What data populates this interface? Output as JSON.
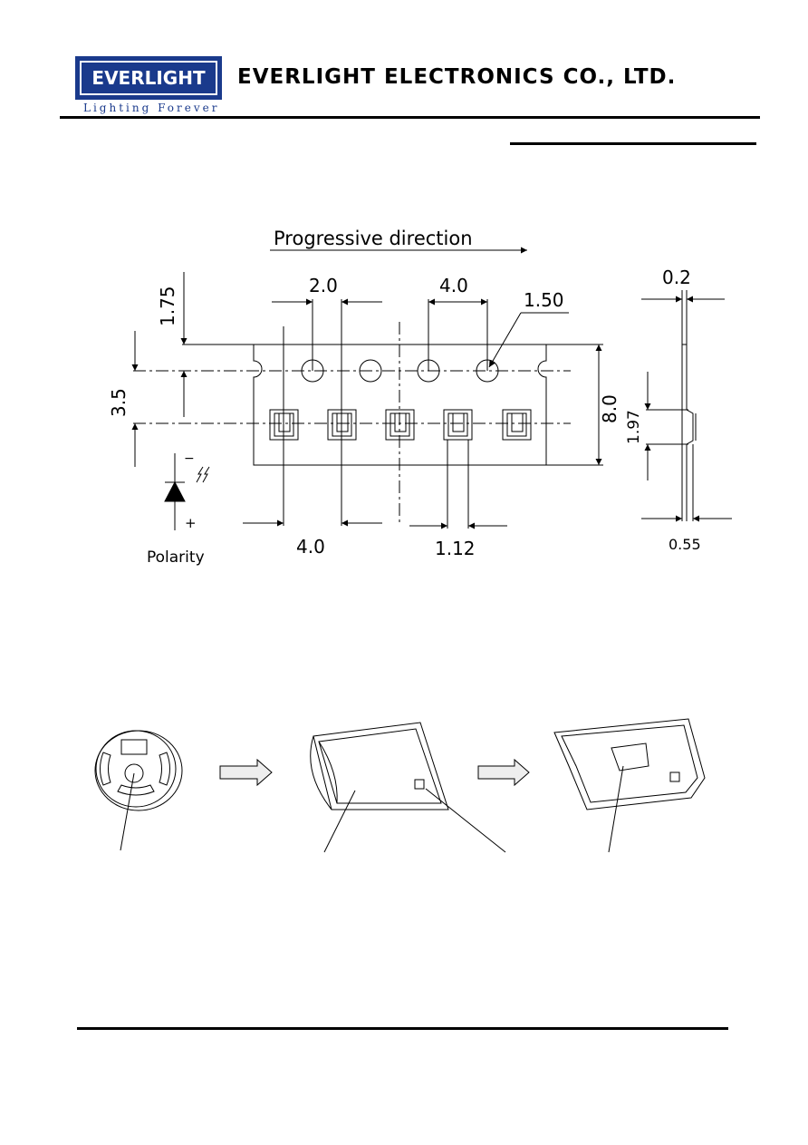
{
  "header": {
    "logo_text": "EVERLIGHT",
    "tagline": "Lighting Forever",
    "company": "EVERLIGHT ELECTRONICS CO., LTD.",
    "brand_color": "#1a3a8c"
  },
  "tape_drawing": {
    "direction_label": "Progressive direction",
    "dim_1_75": "1.75",
    "dim_2_0": "2.0",
    "dim_4_0_top": "4.0",
    "dim_1_50": "1.50",
    "dim_3_5": "3.5",
    "dim_8_0": "8.0",
    "dim_4_0_bottom": "4.0",
    "dim_1_12": "1.12",
    "polarity_label": "Polarity",
    "polarity_minus": "−",
    "polarity_plus": "+"
  },
  "side_view": {
    "dim_0_2": "0.2",
    "dim_1_97": "1.97",
    "dim_0_55": "0.55"
  }
}
